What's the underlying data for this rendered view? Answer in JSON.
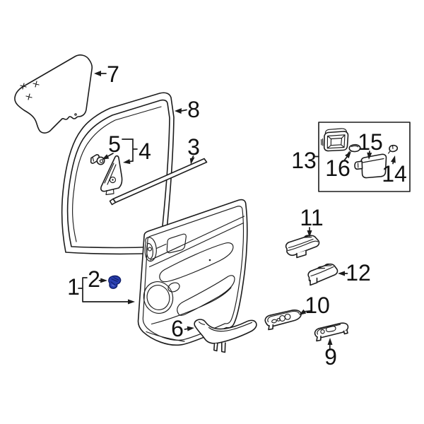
{
  "canvas": {
    "background": "#ffffff",
    "line_color": "#1c1c1c",
    "label_color": "#111111",
    "highlight_fill": "#2a3fb0",
    "highlight_stroke": "#0f1d66"
  },
  "callouts": {
    "c1": {
      "label": "1"
    },
    "c2": {
      "label": "2"
    },
    "c3": {
      "label": "3"
    },
    "c4": {
      "label": "4"
    },
    "c5": {
      "label": "5"
    },
    "c6": {
      "label": "6"
    },
    "c7": {
      "label": "7"
    },
    "c8": {
      "label": "8"
    },
    "c9": {
      "label": "9"
    },
    "c10": {
      "label": "10"
    },
    "c11": {
      "label": "11"
    },
    "c12": {
      "label": "12"
    },
    "c13": {
      "label": "13"
    },
    "c14": {
      "label": "14"
    },
    "c15": {
      "label": "15"
    },
    "c16": {
      "label": "16"
    }
  }
}
